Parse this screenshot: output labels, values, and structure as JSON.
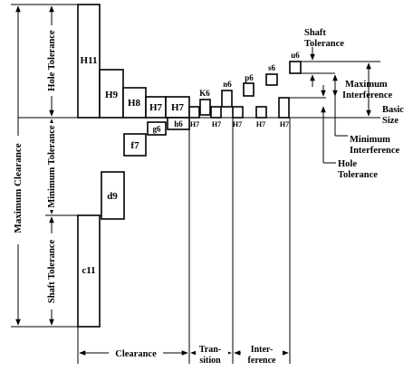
{
  "fits": {
    "hole_basis": "H",
    "shafts": [
      {
        "name": "H11",
        "kind": "hole"
      },
      {
        "name": "H9",
        "kind": "hole"
      },
      {
        "name": "H8",
        "kind": "hole"
      },
      {
        "name": "H7",
        "kind": "hole"
      },
      {
        "name": "c11",
        "kind": "shaft"
      },
      {
        "name": "d9",
        "kind": "shaft"
      },
      {
        "name": "f7",
        "kind": "shaft"
      },
      {
        "name": "g6",
        "kind": "shaft"
      },
      {
        "name": "h6",
        "kind": "shaft"
      },
      {
        "name": "K6",
        "kind": "shaft"
      },
      {
        "name": "n6",
        "kind": "shaft"
      },
      {
        "name": "p6",
        "kind": "shaft"
      },
      {
        "name": "s6",
        "kind": "shaft"
      },
      {
        "name": "u6",
        "kind": "shaft"
      }
    ]
  },
  "labels": {
    "maximum_clearance": "Maximum Clearance",
    "hole_tolerance_left": "Hole Tolerance",
    "minimum_tolerance": "Minimum Tolerance",
    "shaft_tolerance_left": "Shaft Tolerance",
    "shaft_tolerance_top_1": "Shaft",
    "shaft_tolerance_top_2": "Tolerance",
    "maximum_interference_1": "Maximum",
    "maximum_interference_2": "Interference",
    "basic_size_1": "Basic",
    "basic_size_2": "Size",
    "minimum_interference_1": "Minimum",
    "minimum_interference_2": "Interference",
    "hole_tolerance_right_1": "Hole",
    "hole_tolerance_right_2": "Tolerance",
    "clearance": "Clearance",
    "transition_1": "Tran-",
    "transition_2": "sition",
    "interference_1": "Inter-",
    "interference_2": "ference",
    "h7": "H7"
  }
}
